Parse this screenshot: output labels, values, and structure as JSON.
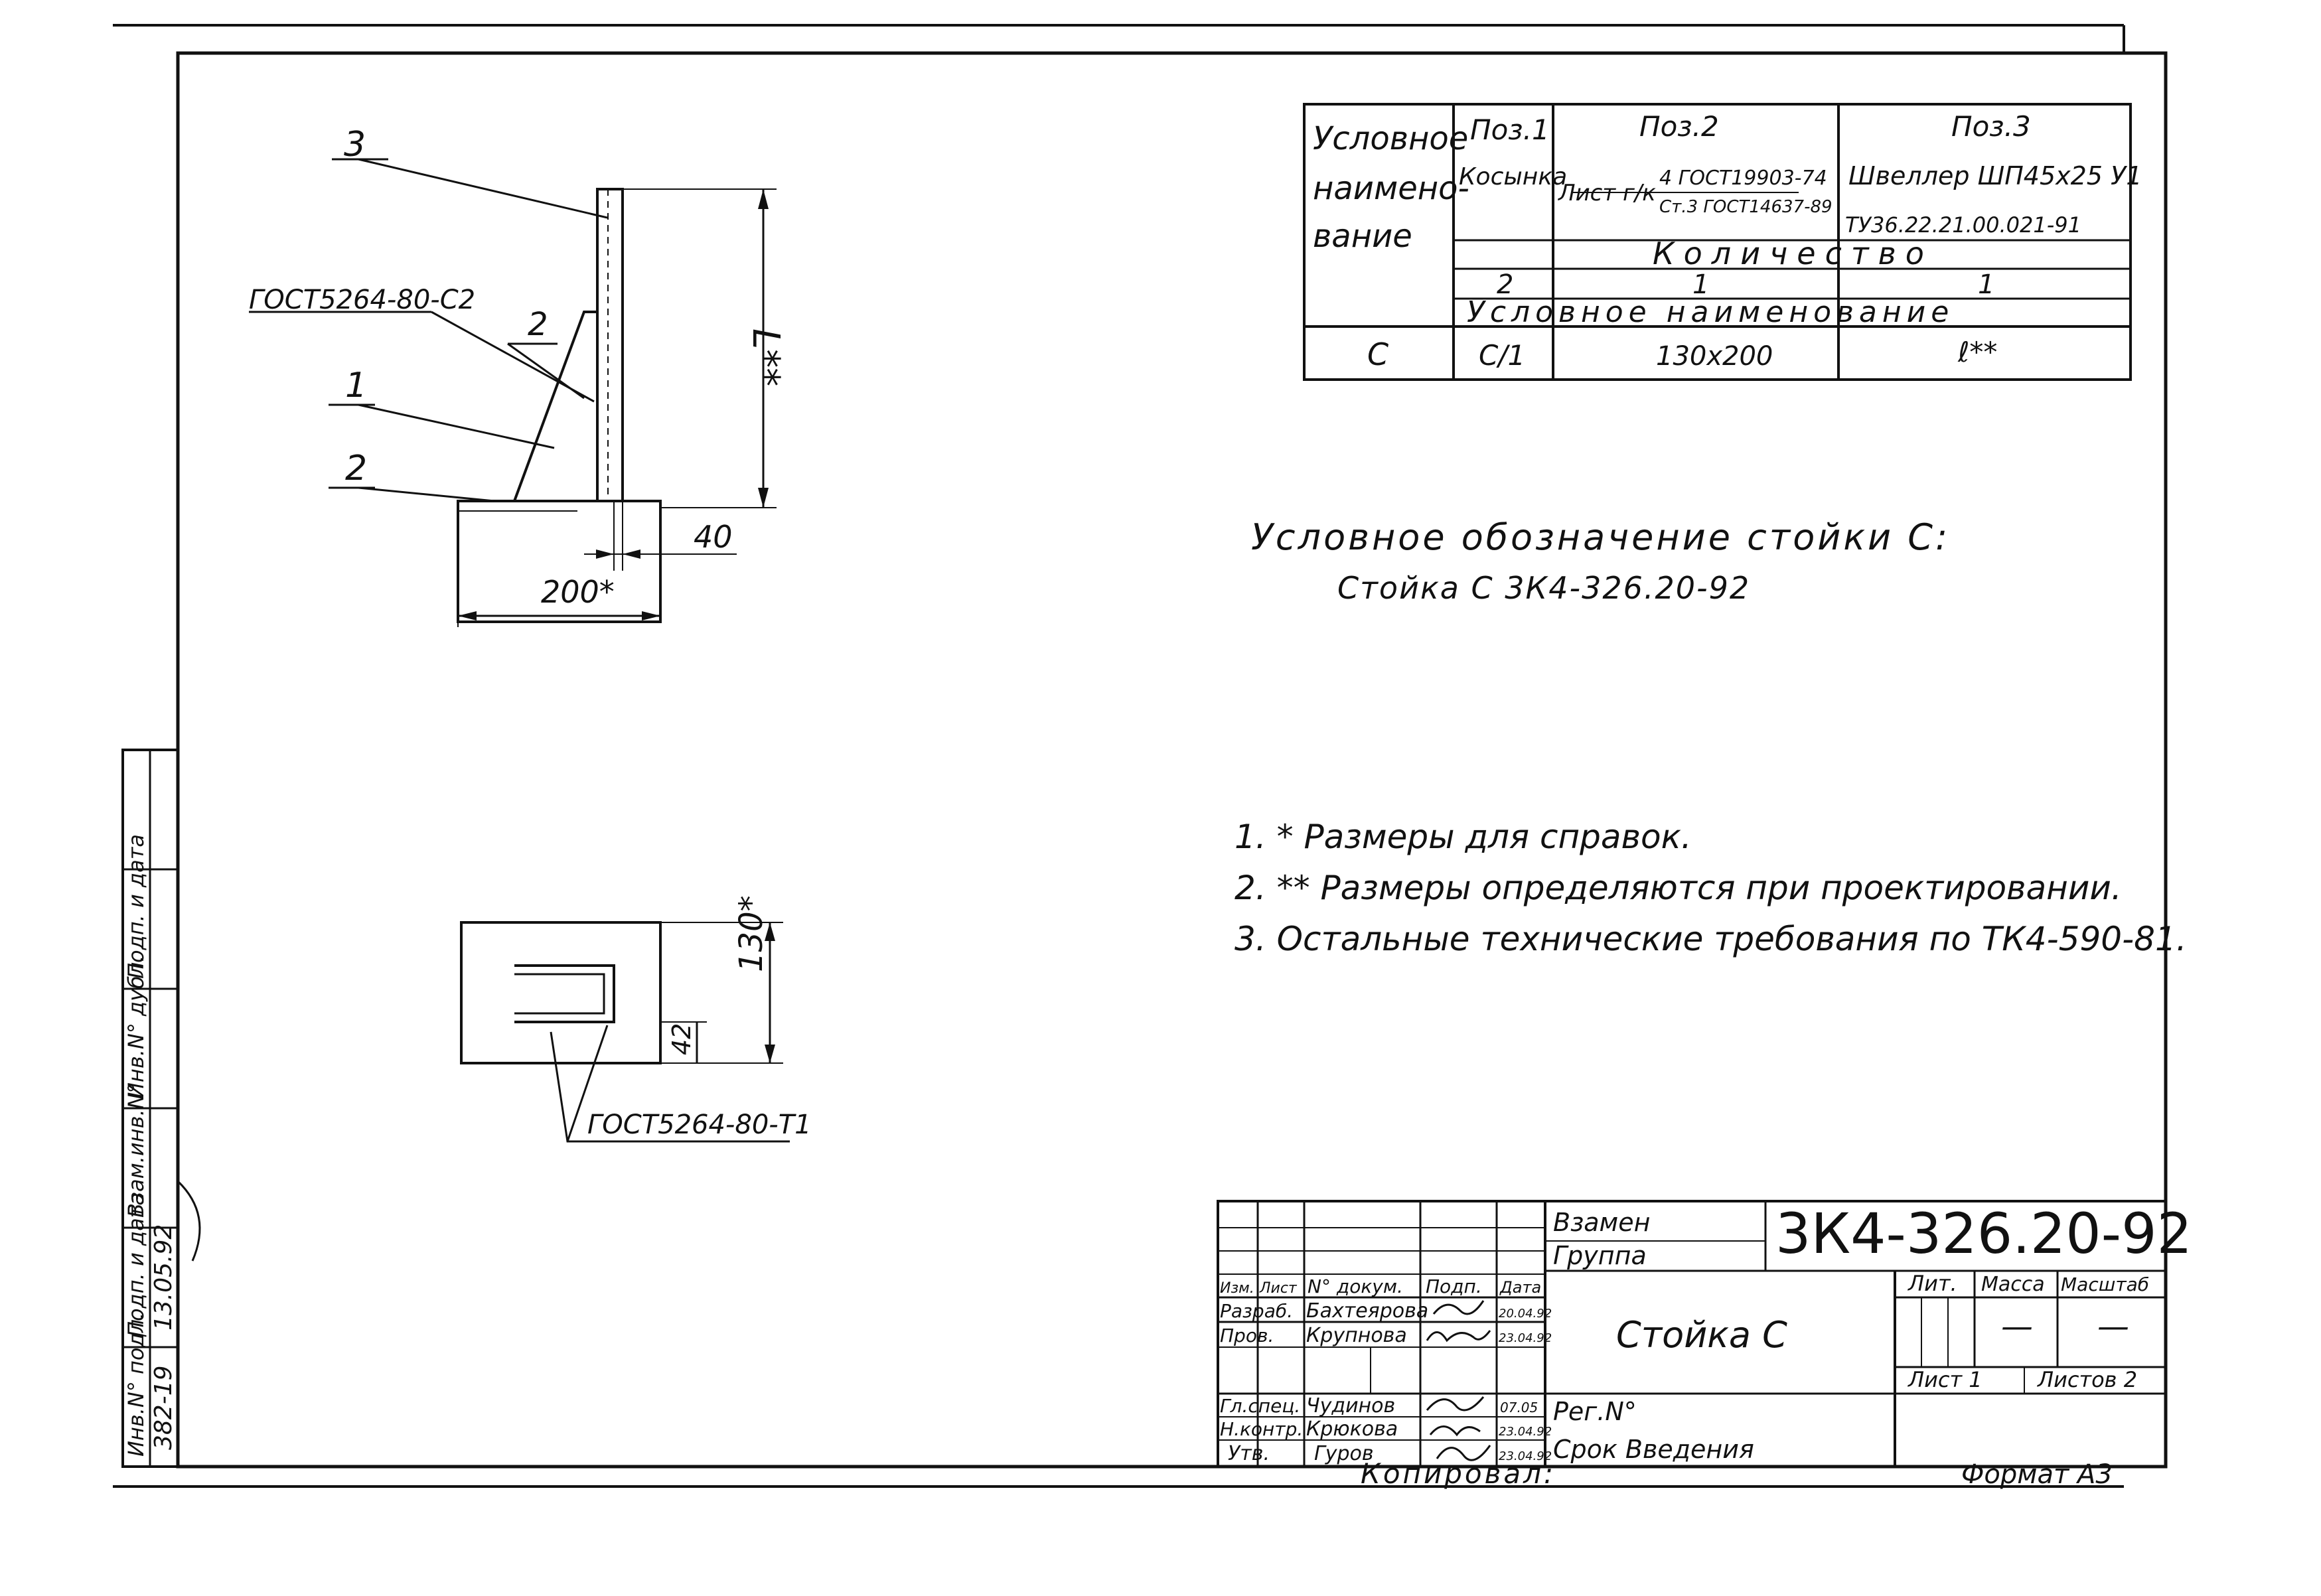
{
  "spec_table": {
    "col_name_header": [
      "Условное",
      "наимено-",
      "вание"
    ],
    "pos1": {
      "title": "Поз.1",
      "name": "Косынка"
    },
    "pos2": {
      "title": "Поз.2",
      "prefix": "Лист г/к",
      "numerator": "4 ГОСТ19903-74",
      "denominator": "Ст.3 ГОСТ14637-89"
    },
    "pos3": {
      "title": "Поз.3",
      "name": "Швеллер ШП45х25 У1",
      "spec": "ТУ36.22.21.00.021-91"
    },
    "quantity_header": "Количество",
    "quantities": [
      "2",
      "1",
      "1"
    ],
    "symbol_header": "Условное наименование",
    "row": [
      "С",
      "С/1",
      "130х200",
      "ℓ**"
    ]
  },
  "designation": {
    "line1": "Условное обозначение стойки С:",
    "line2": "Стойка С   3К4-326.20-92"
  },
  "notes": [
    "1. * Размеры для справок.",
    "2. ** Размеры определяются при проектировании.",
    "3. Остальные технические требования по ТК4-590-81."
  ],
  "drawing": {
    "leader_3": "3",
    "leader_2_upper": "2",
    "leader_1": "1",
    "leader_2_lower": "2",
    "weld_top": "ГОСТ5264-80-С2",
    "dim_L": "L**",
    "dim_40": "40",
    "dim_200": "200*",
    "dim_130": "130*",
    "dim_42": "42",
    "weld_bottom": "ГОСТ5264-80-Т1"
  },
  "stamp": {
    "vzamen": "Взамен",
    "gruppa": "Группа",
    "code": "3К4-326.20-92",
    "title": "Стойка С",
    "lit": "Лит.",
    "massa": "Масса",
    "masshtab": "Масштаб",
    "dash1": "—",
    "dash2": "—",
    "list": "Лист 1",
    "listov": "Листов 2",
    "reg": "Рег.N°",
    "srok": "Срок Введения",
    "headers": [
      "Изм.",
      "Лист",
      "N° докум.",
      "Подп.",
      "Дата"
    ],
    "rows": [
      {
        "role": "Разраб.",
        "name": "Бахтеярова",
        "date": "20.04.92"
      },
      {
        "role": "Пров.",
        "name": "Крупнова",
        "date": "23.04.92"
      },
      {
        "role": "Гл.спец.",
        "name": "Чудинов",
        "date": "07.05"
      },
      {
        "role": "Н.контр.",
        "name": "Крюкова",
        "date": "23.04.92"
      },
      {
        "role": "Утв.",
        "name": "Гуров",
        "date": "23.04.92"
      }
    ],
    "kopiroval": "Копировал:",
    "format": "Формат А3"
  },
  "side_stamp": {
    "labels": [
      "Инв.N° подл.",
      "Подп. и дата",
      "Взам.инв.N°",
      "Инв.N° дубл.",
      "Подп. и дата"
    ],
    "inv_value": "382-19",
    "date_value": "13.05.92"
  }
}
